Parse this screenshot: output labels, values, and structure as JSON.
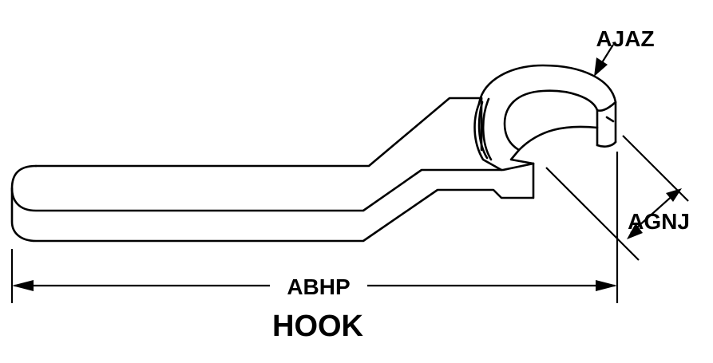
{
  "diagram": {
    "title": "HOOK",
    "labels": {
      "overall_length": "ABHP",
      "hook_thickness": "AJAZ",
      "jaw_opening": "AGNJ"
    },
    "colors": {
      "line": "#000000",
      "background": "#ffffff"
    }
  }
}
